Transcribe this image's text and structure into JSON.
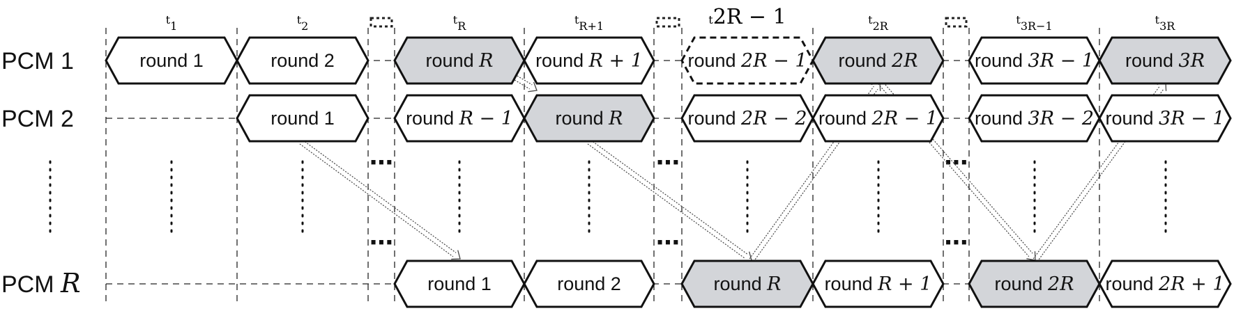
{
  "columns": [
    {
      "base": "t",
      "sub": "1"
    },
    {
      "base": "t",
      "sub": "2"
    },
    {
      "base": "t",
      "sub": "R"
    },
    {
      "base": "t",
      "sub": "R+1"
    },
    {
      "base": "t",
      "sub": "2R − 1",
      "inline": true
    },
    {
      "base": "t",
      "sub": "2R"
    },
    {
      "base": "t",
      "sub": "3R−1"
    },
    {
      "base": "t",
      "sub": "3R"
    }
  ],
  "rows": [
    {
      "label_text": "PCM 1",
      "label_math": ""
    },
    {
      "label_text": "PCM 2",
      "label_math": ""
    },
    {
      "label_text": "PCM ",
      "label_math": "R"
    }
  ],
  "ellipsis": "⋯",
  "cells": {
    "pcm1": [
      {
        "text": "round 1",
        "math": "",
        "style": "normal"
      },
      {
        "text": "round 2",
        "math": "",
        "style": "normal"
      },
      {
        "text": "round ",
        "math": "R",
        "style": "shaded"
      },
      {
        "text": "round ",
        "math": "R + 1",
        "style": "normal"
      },
      {
        "text": "round ",
        "math": "2R − 1",
        "style": "dashed"
      },
      {
        "text": "round ",
        "math": "2R",
        "style": "shaded"
      },
      {
        "text": "round ",
        "math": "3R − 1",
        "style": "normal"
      },
      {
        "text": "round ",
        "math": "3R",
        "style": "shaded"
      }
    ],
    "pcm2": [
      {
        "text": "round 1",
        "math": "",
        "style": "normal"
      },
      {
        "text": "round ",
        "math": "R − 1",
        "style": "normal"
      },
      {
        "text": "round ",
        "math": "R",
        "style": "shaded"
      },
      {
        "text": "round ",
        "math": "2R − 2",
        "style": "normal"
      },
      {
        "text": "round ",
        "math": "2R − 1",
        "style": "normal"
      },
      {
        "text": "round ",
        "math": "3R − 2",
        "style": "normal"
      },
      {
        "text": "round ",
        "math": "3R − 1",
        "style": "normal"
      }
    ],
    "pcmR": [
      {
        "text": "round 1",
        "math": "",
        "style": "normal"
      },
      {
        "text": "round 2",
        "math": "",
        "style": "normal"
      },
      {
        "text": "round ",
        "math": "R",
        "style": "shaded"
      },
      {
        "text": "round ",
        "math": "R + 1",
        "style": "normal"
      },
      {
        "text": "round ",
        "math": "2R",
        "style": "shaded"
      },
      {
        "text": "round ",
        "math": "2R + 1",
        "style": "normal"
      }
    ]
  },
  "colors": {
    "shaded": "#d3d5d9",
    "normal": "#ffffff",
    "stroke": "#111111"
  }
}
